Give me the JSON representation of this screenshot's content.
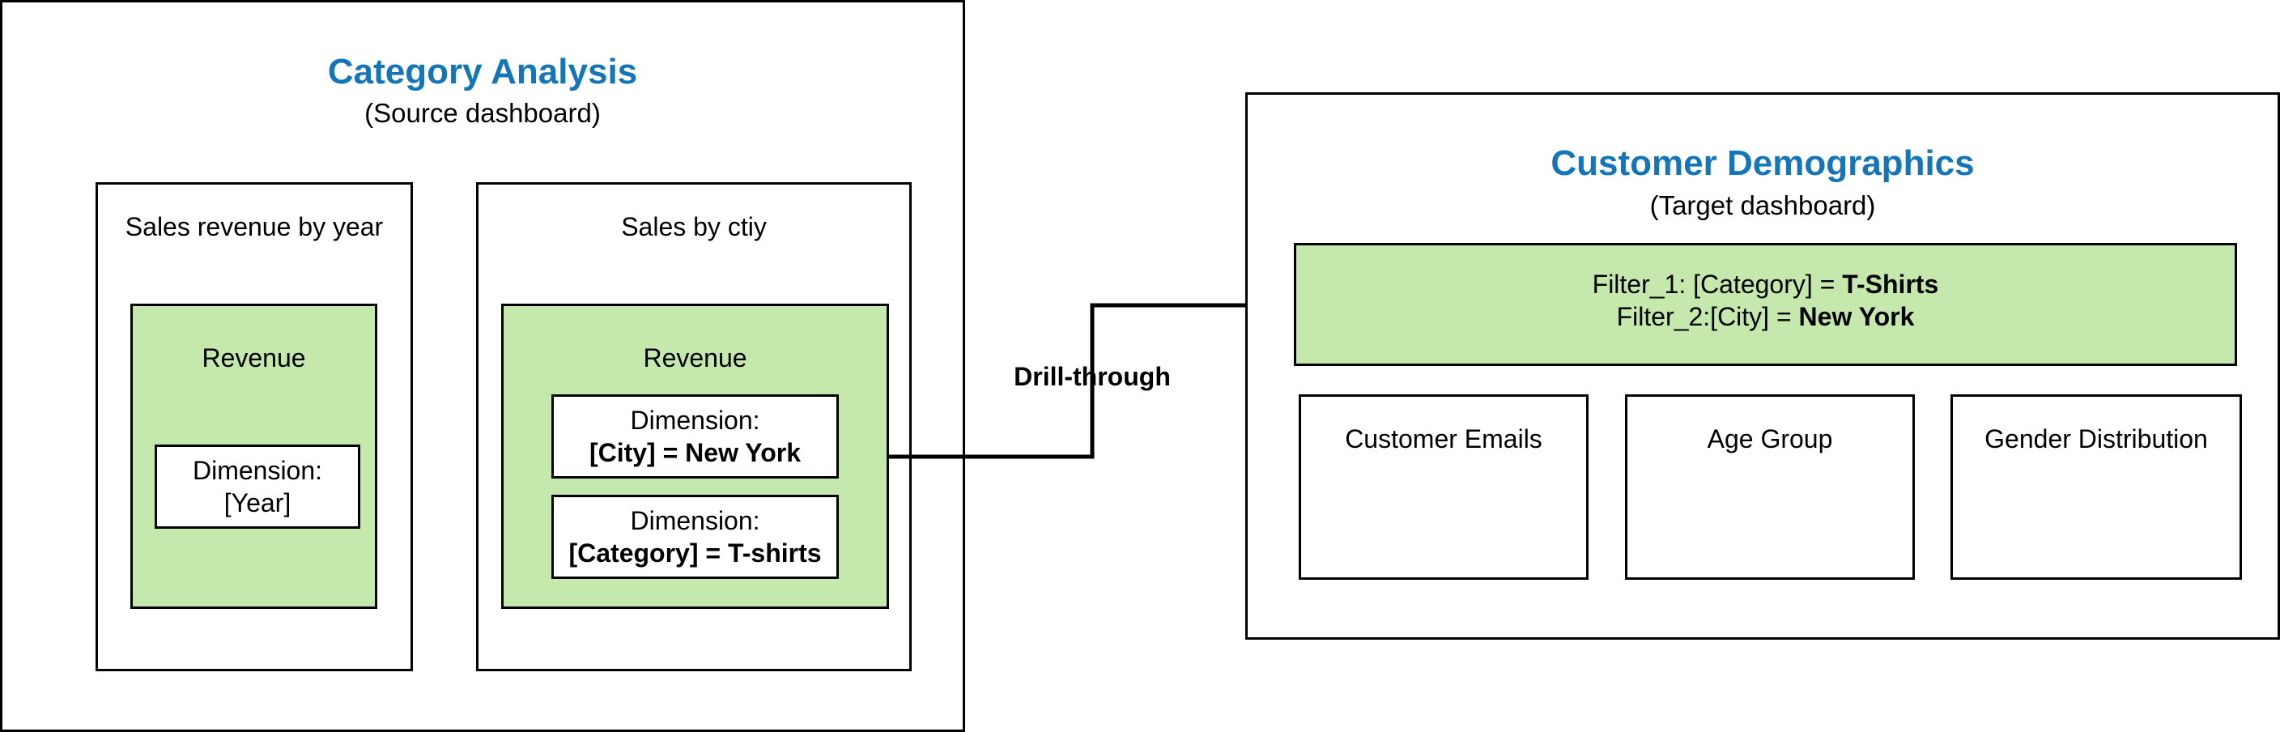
{
  "source": {
    "title": "Category Analysis",
    "subtitle": "(Source dashboard)",
    "widget_left": {
      "label": "Sales revenue by year",
      "measure": "Revenue",
      "dimension_prefix": "Dimension:",
      "dimension_value": "[Year]"
    },
    "widget_right": {
      "label": "Sales by ctiy",
      "measure": "Revenue",
      "dim1_prefix": "Dimension:",
      "dim1_value": "[City] = New York",
      "dim2_prefix": "Dimension:",
      "dim2_value": "[Category] = T-shirts"
    }
  },
  "connector": {
    "label": "Drill-through"
  },
  "target": {
    "title": "Customer Demographics",
    "subtitle": "(Target dashboard)",
    "filter1_prefix": "Filter_1: [Category] = ",
    "filter1_value": "T-Shirts",
    "filter2_prefix": "Filter_2:[City] = ",
    "filter2_value": "New York",
    "widgets": [
      "Customer Emails",
      "Age Group",
      "Gender Distribution"
    ]
  },
  "colors": {
    "title": "#1476b8",
    "widget_fill": "#c5e8ac",
    "stroke": "#000000"
  }
}
